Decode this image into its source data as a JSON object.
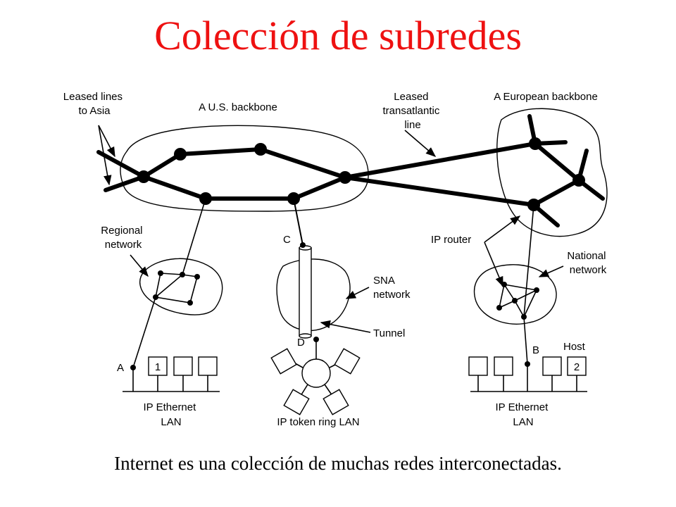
{
  "title": "Colección de subredes",
  "caption": "Internet es una colección de muchas redes interconectadas.",
  "labels": {
    "leased_asia": [
      "Leased lines",
      "to Asia"
    ],
    "us_backbone": "A U.S. backbone",
    "leased_transatlantic": [
      "Leased",
      "transatlantic",
      "line"
    ],
    "european_backbone": "A European backbone",
    "regional_network": [
      "Regional",
      "network"
    ],
    "point_c": "C",
    "ip_router": "IP router",
    "national_network": [
      "National",
      "network"
    ],
    "sna_network": [
      "SNA",
      "network"
    ],
    "tunnel": "Tunnel",
    "point_d": "D",
    "host": "Host",
    "point_a": "A",
    "point_b": "B",
    "host1": "1",
    "host2": "2",
    "ethernet_left": [
      "IP Ethernet",
      "LAN"
    ],
    "token_ring": "IP token ring LAN",
    "ethernet_right": [
      "IP Ethernet",
      "LAN"
    ]
  }
}
